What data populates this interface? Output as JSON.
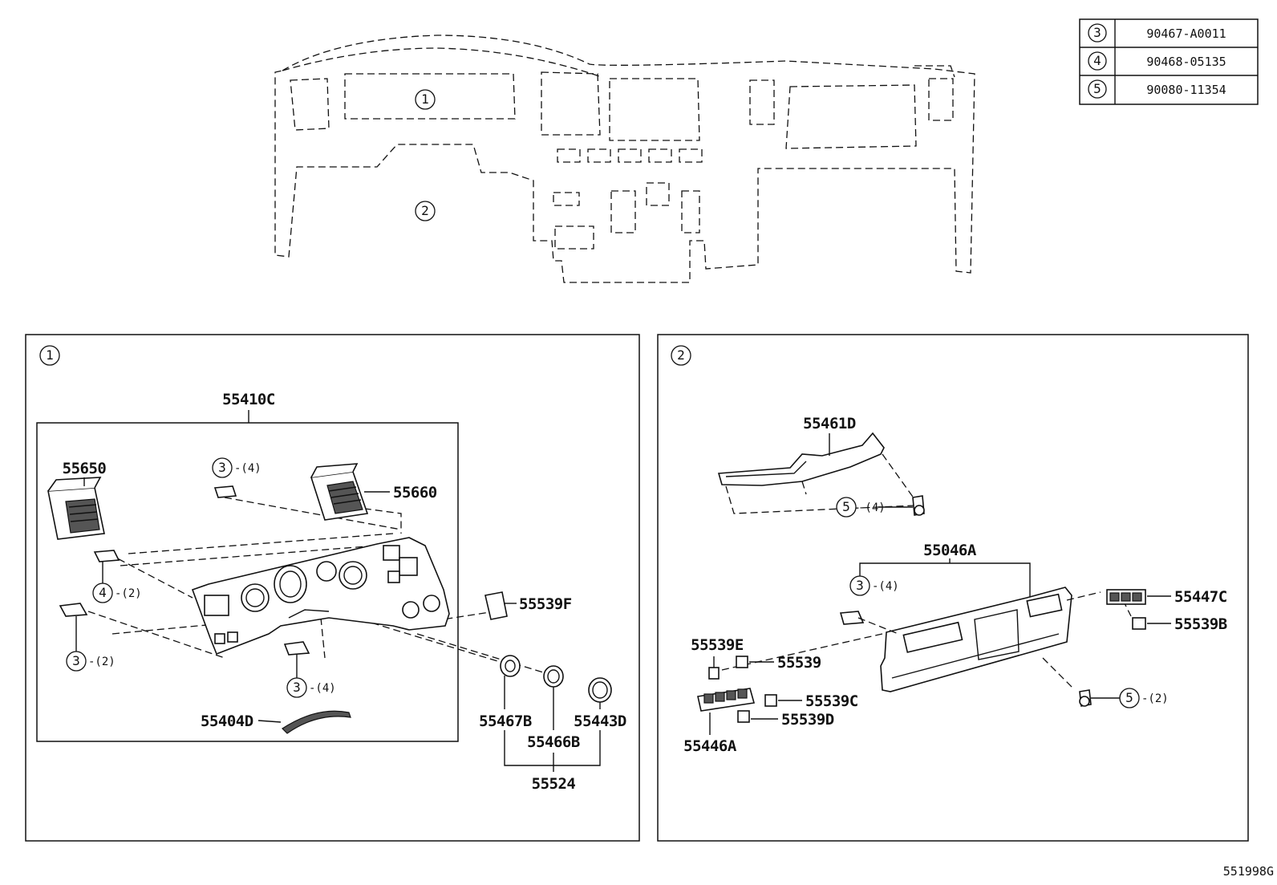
{
  "legend": [
    {
      "ref": "3",
      "part_no": "90467-A0011"
    },
    {
      "ref": "4",
      "part_no": "90468-05135"
    },
    {
      "ref": "5",
      "part_no": "90080-11354"
    }
  ],
  "overview": {
    "callout_1": "1",
    "callout_2": "2"
  },
  "panel1": {
    "index": "1",
    "labels": {
      "p55410C": "55410C",
      "p55650": "55650",
      "p55660": "55660",
      "p55539F": "55539F",
      "p55404D": "55404D",
      "p55467B": "55467B",
      "p55466B": "55466B",
      "p55443D": "55443D",
      "p55524": "55524"
    },
    "clips": [
      {
        "ref": "3",
        "qty": "-(4)"
      },
      {
        "ref": "4",
        "qty": "-(2)"
      },
      {
        "ref": "3",
        "qty": "-(2)"
      },
      {
        "ref": "3",
        "qty": "-(4)"
      }
    ]
  },
  "panel2": {
    "index": "2",
    "labels": {
      "p55461D": "55461D",
      "p55046A": "55046A",
      "p55447C": "55447C",
      "p55539B": "55539B",
      "p55539E": "55539E",
      "p55539": "55539",
      "p55539C": "55539C",
      "p55539D": "55539D",
      "p55446A": "55446A"
    },
    "clips": [
      {
        "ref": "5",
        "qty": "-(4)"
      },
      {
        "ref": "3",
        "qty": "-(4)"
      },
      {
        "ref": "5",
        "qty": "-(2)"
      }
    ]
  },
  "diagram_code": "551998G"
}
